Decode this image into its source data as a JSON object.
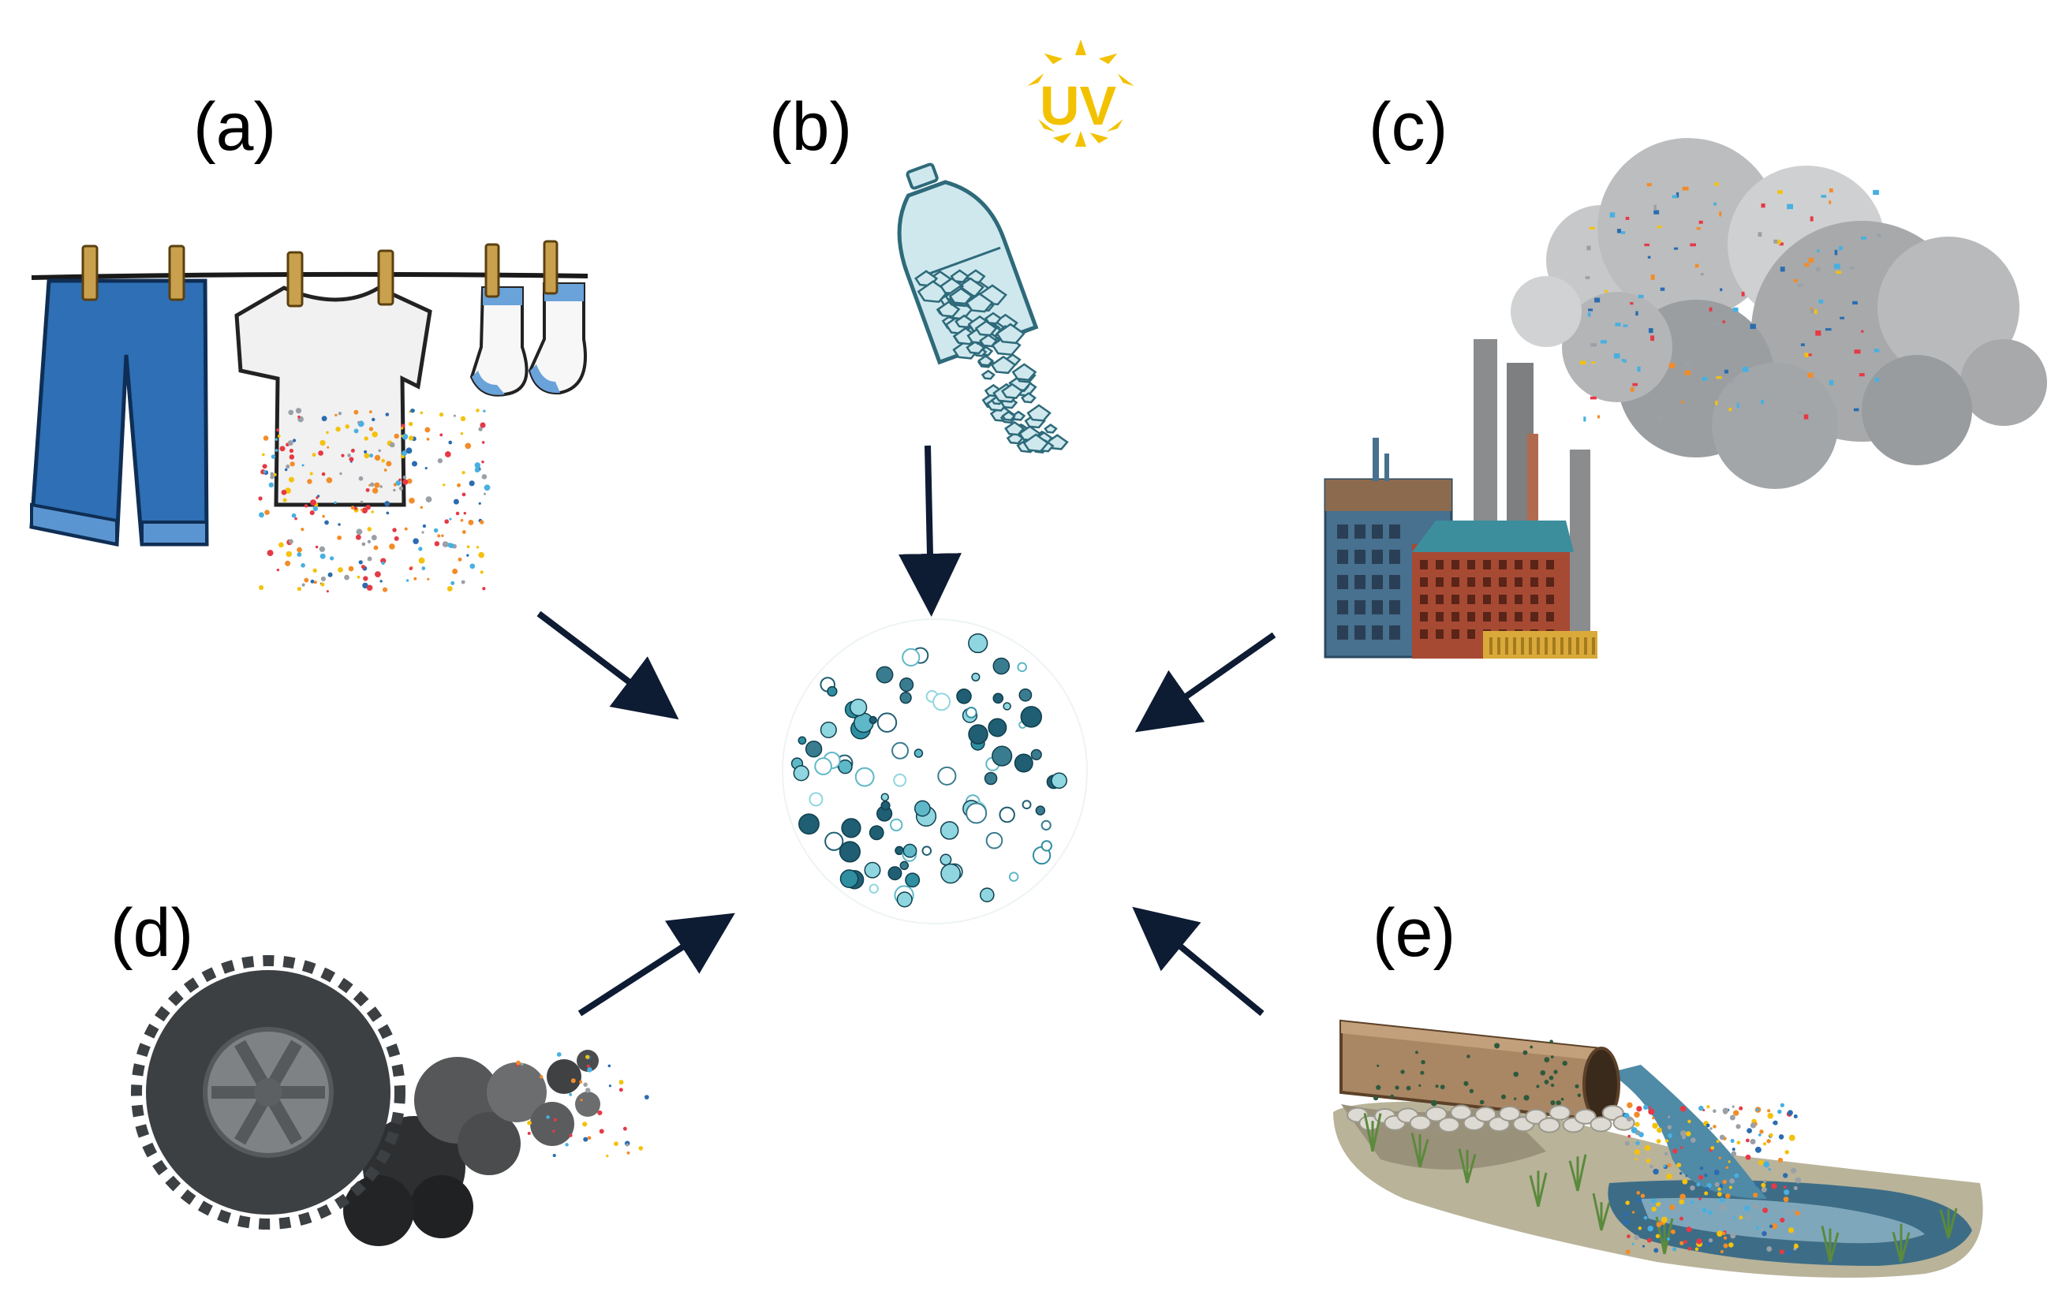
{
  "panels": {
    "a": {
      "label": "(a)",
      "illustration": "clothesline-icon"
    },
    "b": {
      "label": "(b)",
      "illustration": "plastic-bottle-icon",
      "badge": "UV"
    },
    "c": {
      "label": "(c)",
      "illustration": "factory-icon"
    },
    "d": {
      "label": "(d)",
      "illustration": "tire-icon"
    },
    "e": {
      "label": "(e)",
      "illustration": "drain-pipe-icon"
    }
  },
  "center": {
    "illustration": "microplastic-particles-icon"
  },
  "colors": {
    "arrow": "#0d1b33",
    "jeans": "#2e6fb5",
    "particle_dark": "#1f5e73",
    "particle_light": "#8fd6e0",
    "sun": "#f2c200",
    "smoke": "#a7a9ab",
    "tire": "#4a4d50",
    "water": "#3d6d86"
  }
}
